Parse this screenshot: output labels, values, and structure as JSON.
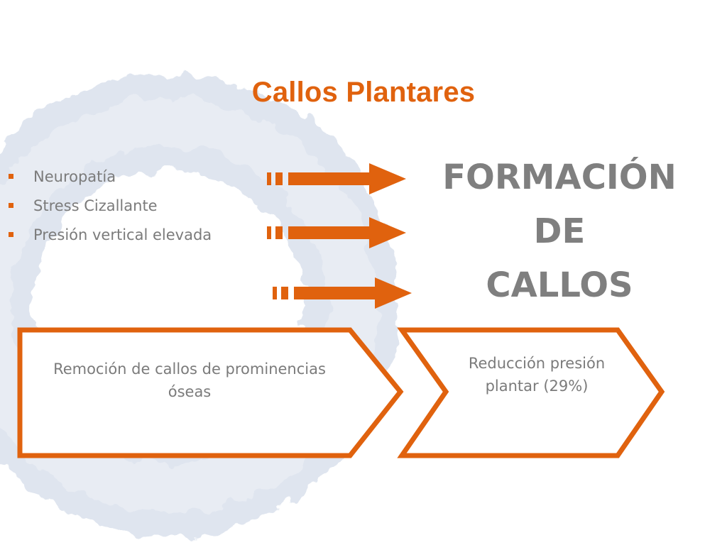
{
  "slide": {
    "title": "Callos Plantares",
    "bullets": [
      "Neuropatía",
      "Stress Cizallante",
      "Presión vertical elevada"
    ],
    "result_lines": [
      "FORMACIÓN",
      "DE",
      "CALLOS"
    ],
    "steps": [
      "Remoción de callos de prominencias óseas",
      "Reducción presión plantar (29%)"
    ]
  },
  "colors": {
    "accent": "#e0620e",
    "text": "#7b7b7b",
    "background_ring": "#dce3ee"
  }
}
